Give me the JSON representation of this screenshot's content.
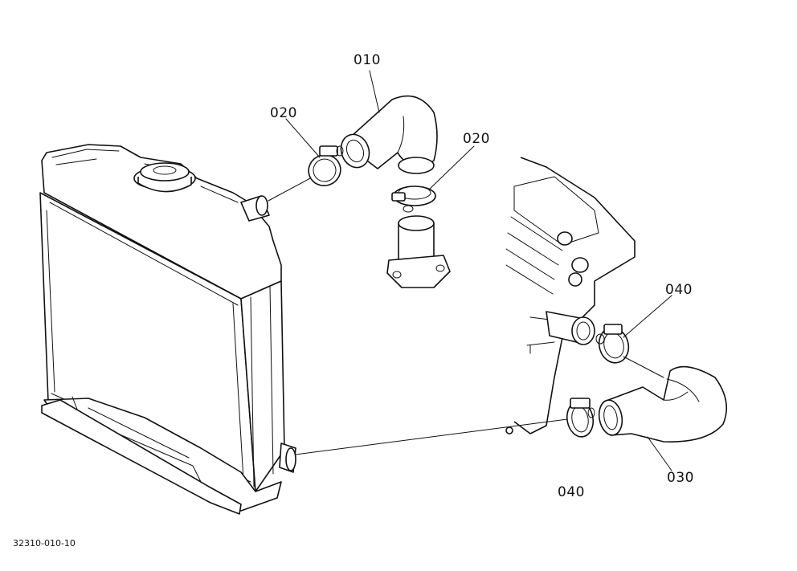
{
  "callouts": {
    "hose_upper": "010",
    "clamp_upper_left": "020",
    "clamp_upper_right": "020",
    "clamp_lower_right": "040",
    "clamp_lower_left": "040",
    "hose_lower": "030"
  },
  "figure_ref": "32310-010-10"
}
